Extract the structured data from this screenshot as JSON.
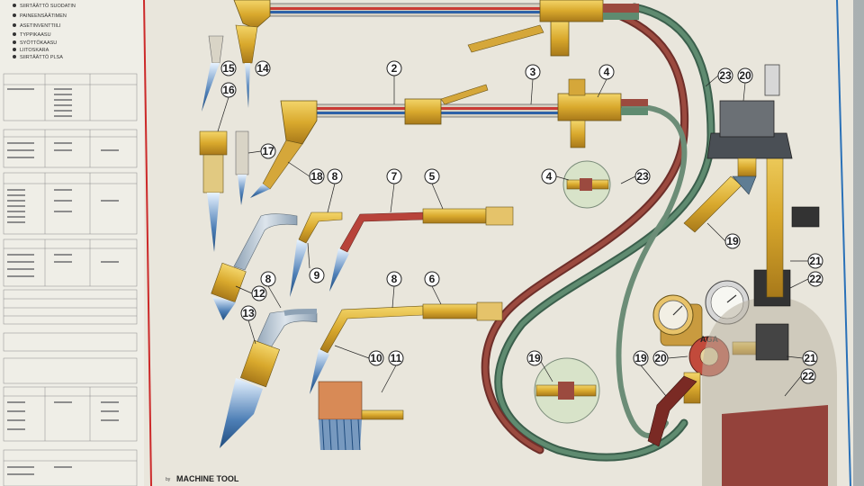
{
  "poster": {
    "legend_lines": [
      "SIIRTÄÄTTÖ SUODATIN",
      "PAINEENSÄÄTIMEN",
      "ASETINVENTTIILI",
      "TYPPIKAASU",
      "SYÖTTÖKAASU",
      "LIITOSKARA",
      "SIIRTÄÄTTÖ PLSA"
    ],
    "footer": "MACHINE TOOL",
    "footer_prefix": "by",
    "gauge_brand": "AGA",
    "callouts": [
      {
        "id": "c2",
        "label": "2"
      },
      {
        "id": "c3",
        "label": "3"
      },
      {
        "id": "c4a",
        "label": "4"
      },
      {
        "id": "c4b",
        "label": "4"
      },
      {
        "id": "c5",
        "label": "5"
      },
      {
        "id": "c6",
        "label": "6"
      },
      {
        "id": "c7",
        "label": "7"
      },
      {
        "id": "c8a",
        "label": "8"
      },
      {
        "id": "c8b",
        "label": "8"
      },
      {
        "id": "c8c",
        "label": "8"
      },
      {
        "id": "c9",
        "label": "9"
      },
      {
        "id": "c10",
        "label": "10"
      },
      {
        "id": "c11",
        "label": "11"
      },
      {
        "id": "c12",
        "label": "12"
      },
      {
        "id": "c13",
        "label": "13"
      },
      {
        "id": "c14",
        "label": "14"
      },
      {
        "id": "c15",
        "label": "15"
      },
      {
        "id": "c16",
        "label": "16"
      },
      {
        "id": "c17",
        "label": "17"
      },
      {
        "id": "c18",
        "label": "18"
      },
      {
        "id": "c19a",
        "label": "19"
      },
      {
        "id": "c19b",
        "label": "19"
      },
      {
        "id": "c19c",
        "label": "19"
      },
      {
        "id": "c20a",
        "label": "20"
      },
      {
        "id": "c20b",
        "label": "20"
      },
      {
        "id": "c21a",
        "label": "21"
      },
      {
        "id": "c21b",
        "label": "21"
      },
      {
        "id": "c22a",
        "label": "22"
      },
      {
        "id": "c22b",
        "label": "22"
      },
      {
        "id": "c23a",
        "label": "23"
      },
      {
        "id": "c23b",
        "label": "23"
      }
    ]
  }
}
